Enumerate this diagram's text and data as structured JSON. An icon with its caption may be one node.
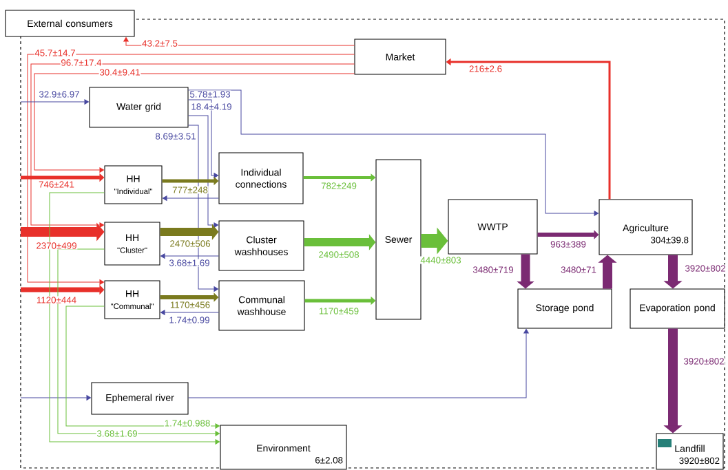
{
  "diagram": {
    "nodes": [
      {
        "text": [
          "External consumers"
        ]
      },
      {
        "text": [
          "Market"
        ]
      },
      {
        "text": [
          "Water grid"
        ]
      },
      {
        "text": [
          "HH",
          "\"Individual\""
        ]
      },
      {
        "text": [
          "Individual connections"
        ]
      },
      {
        "text": [
          "HH",
          "\"Cluster\""
        ]
      },
      {
        "text": [
          "Cluster washhouses"
        ]
      },
      {
        "text": [
          "HH",
          "\"Communal\""
        ]
      },
      {
        "text": [
          "Communal washhouse"
        ]
      },
      {
        "text": [
          "Sewer"
        ]
      },
      {
        "text": [
          "WWTP"
        ]
      },
      {
        "text": [
          "Agriculture",
          "304±39.8"
        ]
      },
      {
        "text": [
          "Storage pond"
        ]
      },
      {
        "text": [
          "Evaporation pond"
        ]
      },
      {
        "text": [
          "Ephemeral river"
        ]
      },
      {
        "text": [
          "Environment",
          "6±2.08"
        ]
      },
      {
        "text": [
          "Landfill",
          "3920±802"
        ]
      }
    ],
    "edges": [
      {
        "from": 1,
        "to": 0,
        "arrow": "to",
        "label": "43.2±7.5",
        "color": "#e8302a"
      },
      {
        "from": 1,
        "to": 7,
        "arrow": "to",
        "label": "45.7±14.7",
        "color": "#e8302a"
      },
      {
        "from": 1,
        "to": 5,
        "arrow": "to",
        "label": "96.7±17.4",
        "color": "#e8302a"
      },
      {
        "from": 1,
        "to": 3,
        "arrow": "to",
        "label": "30.4±9.41",
        "color": "#e8302a"
      },
      {
        "from": null,
        "to": 3,
        "arrow": "to",
        "label": "746±241",
        "style": "thick",
        "color": "#e8302a"
      },
      {
        "from": null,
        "to": 5,
        "arrow": "to",
        "label": "2370±499",
        "style": "thick",
        "color": "#e8302a"
      },
      {
        "from": null,
        "to": 7,
        "arrow": "to",
        "label": "1120±444",
        "style": "thick",
        "color": "#e8302a"
      },
      {
        "from": 11,
        "to": 1,
        "arrow": "to",
        "label": "216±2.6",
        "style": "thick",
        "color": "#e8302a"
      },
      {
        "from": null,
        "to": 2,
        "arrow": "to",
        "label": "32.9±6.97"
      },
      {
        "from": 2,
        "to": 11,
        "arrow": "to",
        "label": "5.78±1.93"
      },
      {
        "from": 2,
        "to": 4,
        "arrow": "to",
        "label": "18.4±4.19"
      },
      {
        "from": 2,
        "to": 6,
        "arrow": "to"
      },
      {
        "from": 2,
        "to": 8,
        "arrow": "to",
        "label": "8.69±3.51"
      },
      {
        "from": 4,
        "to": 3,
        "arrow": "to"
      },
      {
        "from": 6,
        "to": 5,
        "arrow": "to",
        "label": "3.68±1.69"
      },
      {
        "from": 8,
        "to": 7,
        "arrow": "to",
        "label": "1.74±0.99"
      },
      {
        "from": null,
        "to": 14,
        "arrow": "to"
      },
      {
        "from": 14,
        "to": 12,
        "arrow": "to"
      },
      {
        "from": 3,
        "to": 4,
        "arrow": "to",
        "label": "777±248",
        "style": "thick",
        "color": "#7a7a1e"
      },
      {
        "from": 5,
        "to": 6,
        "arrow": "to",
        "label": "2470±506",
        "style": "thick",
        "color": "#7a7a1e"
      },
      {
        "from": 7,
        "to": 8,
        "arrow": "to",
        "label": "1170±456",
        "style": "thick",
        "color": "#7a7a1e"
      },
      {
        "from": 4,
        "to": 9,
        "arrow": "to",
        "label": "782±249",
        "style": "thick",
        "color": "#6abf3a"
      },
      {
        "from": 6,
        "to": 9,
        "arrow": "to",
        "label": "2490±508",
        "style": "thick",
        "color": "#6abf3a"
      },
      {
        "from": 8,
        "to": 9,
        "arrow": "to",
        "label": "1170±459",
        "style": "thick",
        "color": "#6abf3a"
      },
      {
        "from": 9,
        "to": 10,
        "arrow": "to",
        "label": "4440±803",
        "style": "thick",
        "color": "#6abf3a"
      },
      {
        "from": 3,
        "to": 15,
        "arrow": "to",
        "color": "#6abf3a"
      },
      {
        "from": 5,
        "to": 15,
        "arrow": "to",
        "label": "3.68±1.69",
        "color": "#6abf3a"
      },
      {
        "from": 7,
        "to": 15,
        "arrow": "to",
        "label": "1.74±0.988",
        "color": "#6abf3a"
      },
      {
        "from": 10,
        "to": 11,
        "arrow": "to",
        "label": "963±389",
        "style": "thick",
        "color": "#7b2a72"
      },
      {
        "from": 10,
        "to": 12,
        "arrow": "to",
        "label": "3480±719",
        "style": "thick",
        "color": "#7b2a72"
      },
      {
        "from": 12,
        "to": 11,
        "arrow": "to",
        "label": "3480±71",
        "style": "thick",
        "color": "#7b2a72"
      },
      {
        "from": 11,
        "to": 13,
        "arrow": "to",
        "label": "3920±802",
        "style": "thick",
        "color": "#7b2a72"
      },
      {
        "from": 13,
        "to": 16,
        "arrow": "to",
        "label": "3920±802",
        "style": "thick",
        "color": "#7b2a72"
      }
    ]
  }
}
